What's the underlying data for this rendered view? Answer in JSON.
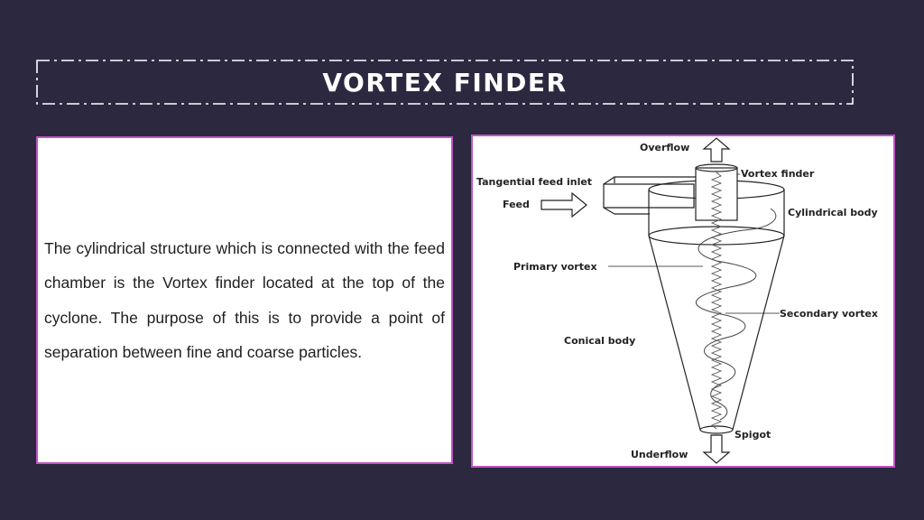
{
  "slide": {
    "title": "VORTEX FINDER",
    "body": "The cylindrical structure which is connected with the feed chamber is the Vortex finder located at the top of the cyclone. The purpose of this is to provide a point of separation between fine and coarse particles."
  },
  "diagram": {
    "labels": {
      "overflow": "Overflow",
      "vortex_finder": "Vortex finder",
      "tangential_feed_inlet": "Tangential feed inlet",
      "feed": "Feed",
      "cylindrical_body": "Cylindrical body",
      "primary_vortex": "Primary vortex",
      "secondary_vortex": "Secondary vortex",
      "conical_body": "Conical body",
      "spigot": "Spigot",
      "underflow": "Underflow"
    }
  },
  "colors": {
    "background": "#2b2840",
    "accent_border": "#c055c6",
    "card": "#ffffff"
  }
}
